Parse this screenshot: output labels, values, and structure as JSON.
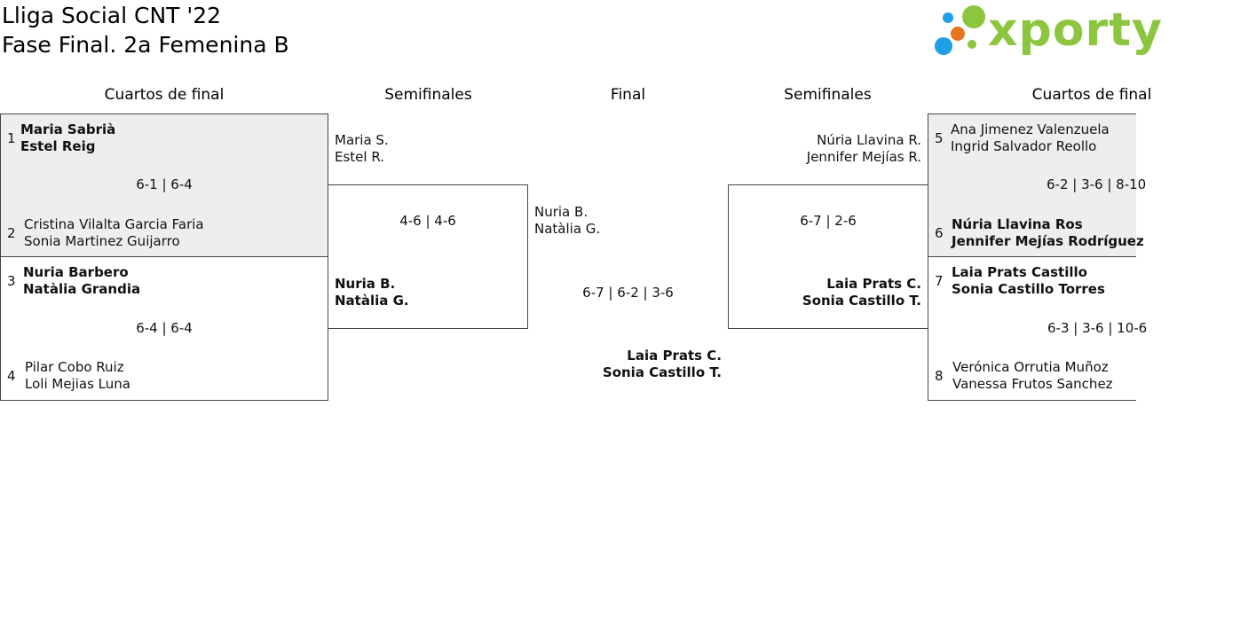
{
  "header": {
    "title_line1": "Lliga Social CNT '22",
    "title_line2": "Fase Final. 2a Femenina B",
    "logo_text": "xporty"
  },
  "rounds": {
    "quarter_left": "Cuartos de final",
    "semi_left": "Semifinales",
    "final": "Final",
    "semi_right": "Semifinales",
    "quarter_right": "Cuartos de final"
  },
  "left_quarters": [
    {
      "top": {
        "seed": "1",
        "line1": "Maria Sabrià",
        "line2": "Estel Reig"
      },
      "score": "6-1 | 6-4",
      "bottom": {
        "seed": "2",
        "line1": "Cristina Vilalta Garcia Faria",
        "line2": "Sonia Martinez Guijarro"
      }
    },
    {
      "top": {
        "seed": "3",
        "line1": "Nuria Barbero",
        "line2": "Natàlia Grandia"
      },
      "score": "6-4 | 6-4",
      "bottom": {
        "seed": "4",
        "line1": "Pilar Cobo Ruiz",
        "line2": "Loli Mejias Luna"
      }
    }
  ],
  "left_semi": {
    "top": {
      "line1": "Maria S.",
      "line2": "Estel R."
    },
    "score": "4-6 | 4-6",
    "bottom": {
      "line1": "Nuria B.",
      "line2": "Natàlia G."
    }
  },
  "final": {
    "top": {
      "line1": "Nuria B.",
      "line2": "Natàlia G."
    },
    "score": "6-7 | 6-2 | 3-6",
    "bottom": {
      "line1": "Laia Prats C.",
      "line2": "Sonia Castillo T."
    }
  },
  "right_semi": {
    "top": {
      "line1": "Núria Llavina R.",
      "line2": "Jennifer Mejías R."
    },
    "score": "6-7 | 2-6",
    "bottom": {
      "line1": "Laia Prats C.",
      "line2": "Sonia Castillo T."
    }
  },
  "right_quarters": [
    {
      "top": {
        "seed": "5",
        "line1": "Ana Jimenez Valenzuela",
        "line2": "Ingrid Salvador Reollo"
      },
      "score": "6-2 | 3-6 | 8-10",
      "bottom": {
        "seed": "6",
        "line1": "Núria Llavina Ros",
        "line2": "Jennifer Mejías Rodríguez"
      }
    },
    {
      "top": {
        "seed": "7",
        "line1": "Laia Prats Castillo",
        "line2": "Sonia Castillo Torres"
      },
      "score": "6-3 | 3-6 | 10-6",
      "bottom": {
        "seed": "8",
        "line1": "Verónica Orrutia Muñoz",
        "line2": "Vanessa Frutos Sanchez"
      }
    }
  ],
  "colors": {
    "logo_green": "#8cc63f",
    "logo_blue": "#1ea0e6",
    "logo_orange": "#e8731f",
    "box_shade": "#eeeeee"
  }
}
